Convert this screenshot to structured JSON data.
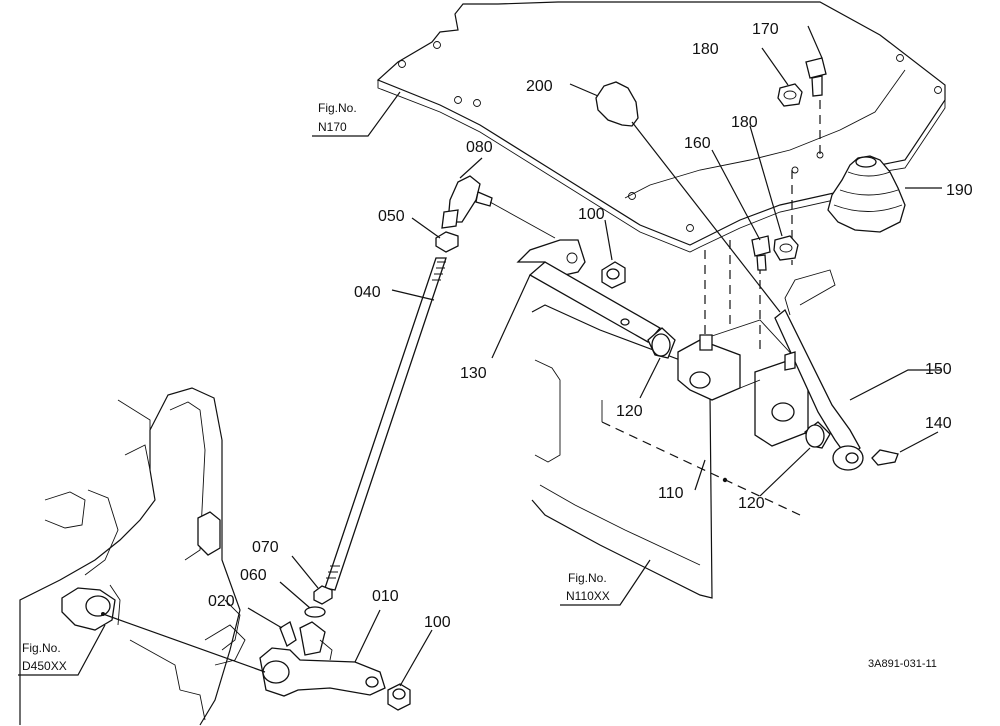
{
  "parts": {
    "p010": "010",
    "p020": "020",
    "p040": "040",
    "p050": "050",
    "p060": "060",
    "p070": "070",
    "p080": "080",
    "p100a": "100",
    "p100b": "100",
    "p110": "110",
    "p120a": "120",
    "p120b": "120",
    "p130": "130",
    "p140": "140",
    "p150": "150",
    "p160": "160",
    "p170": "170",
    "p180a": "180",
    "p180b": "180",
    "p190": "190",
    "p200": "200"
  },
  "figure_refs": {
    "n170": {
      "line1": "Fig.No.",
      "line2": "N170"
    },
    "n110xx": {
      "line1": "Fig.No.",
      "line2": "N110XX"
    },
    "d450xx": {
      "line1": "Fig.No.",
      "line2": "D450XX"
    }
  },
  "drawing_code": "3A891-031-11"
}
